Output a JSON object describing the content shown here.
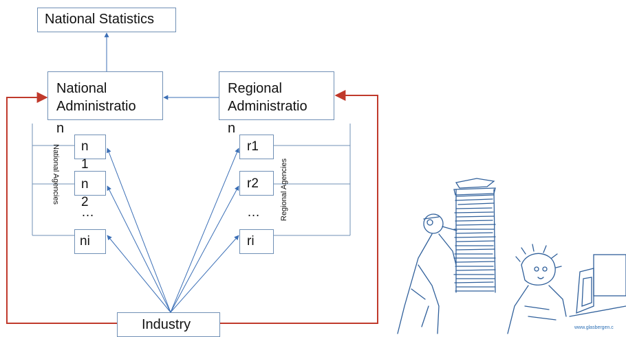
{
  "diagram": {
    "national_statistics": "National Statistics",
    "national_administration": [
      "National",
      "Administratio",
      "n"
    ],
    "regional_administration": [
      "Regional",
      "Administratio",
      "n"
    ],
    "national_agencies_label": "National  Agencies",
    "regional_agencies_label": "Regional  Agencies",
    "national_boxes": [
      {
        "lines": [
          "n",
          "1"
        ]
      },
      {
        "lines": [
          "n",
          "2"
        ]
      },
      {
        "lines": [
          "ni"
        ]
      }
    ],
    "national_ellipsis": "…",
    "regional_boxes": [
      {
        "lines": [
          "r1"
        ]
      },
      {
        "lines": [
          "r2"
        ]
      },
      {
        "lines": [
          "ri"
        ]
      }
    ],
    "regional_ellipsis": "…",
    "industry": "Industry",
    "colors": {
      "box_border": "#6f8fb5",
      "arrow": "#3b6fb6",
      "feedback": "#c0392b",
      "text": "#111111"
    }
  },
  "cartoon": {
    "watermark": "www.glasbergen.c"
  }
}
